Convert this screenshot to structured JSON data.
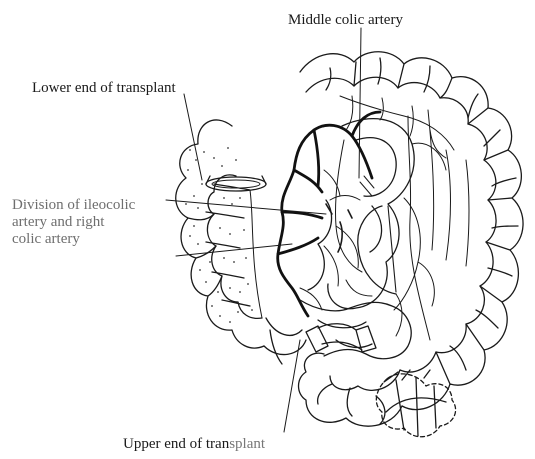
{
  "labels": {
    "middle_colic_artery": "Middle colic artery",
    "lower_end": "Lower end of transplant",
    "division": [
      "Division of ileocolic",
      "artery and right",
      "colic artery"
    ],
    "upper_end_dark": "Upper end of tran",
    "upper_end_light": "splant"
  },
  "colors": {
    "ink": "#1a1a1a",
    "faded_label": "#6e6e6e",
    "vessel": "#111111"
  }
}
